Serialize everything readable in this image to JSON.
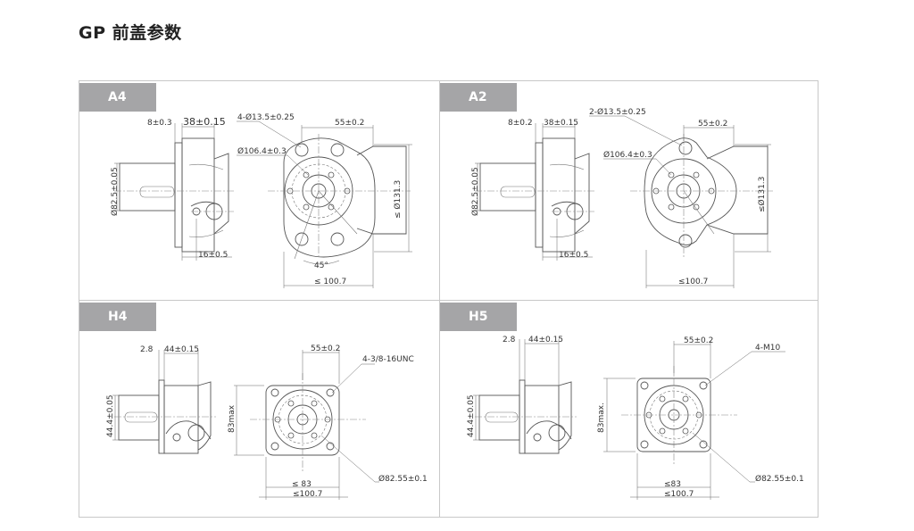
{
  "page": {
    "title": "GP 前盖参数"
  },
  "panels": {
    "a4": {
      "tab": "A4",
      "dims": {
        "d1": "8±0.3",
        "d2": "38±0.15",
        "d3": "Ø82.5±0.05",
        "d4": "16±0.5",
        "d5": "4-Ø13.5±0.25",
        "d6": "Ø106.4±0.3",
        "d7": "55±0.2",
        "d8": "≤ Ø131.3",
        "d9": "45°",
        "d10": "≤ 100.7"
      }
    },
    "a2": {
      "tab": "A2",
      "dims": {
        "d1": "8±0.2",
        "d2": "38±0.15",
        "d3": "Ø82.5±0.05",
        "d4": "16±0.5",
        "d5": "2-Ø13.5±0.25",
        "d6": "Ø106.4±0.3",
        "d7": "55±0.2",
        "d8": "≤Ø131.3",
        "d10": "≤100.7"
      }
    },
    "h4": {
      "tab": "H4",
      "dims": {
        "d1": "2.8",
        "d2": "44±0.15",
        "d3": "44.4±0.05",
        "d7": "55±0.2",
        "d5": "4-3/8-16UNC",
        "d11": "83max",
        "d12": "≤ 83",
        "d10": "≤100.7",
        "d13": "Ø82.55±0.1"
      }
    },
    "h5": {
      "tab": "H5",
      "dims": {
        "d1": "2.8",
        "d2": "44±0.15",
        "d3": "44.4±0.05",
        "d7": "55±0.2",
        "d5": "4-M10",
        "d11": "83max.",
        "d12": "≤83",
        "d10": "≤100.7",
        "d13": "Ø82.55±0.1"
      }
    }
  }
}
